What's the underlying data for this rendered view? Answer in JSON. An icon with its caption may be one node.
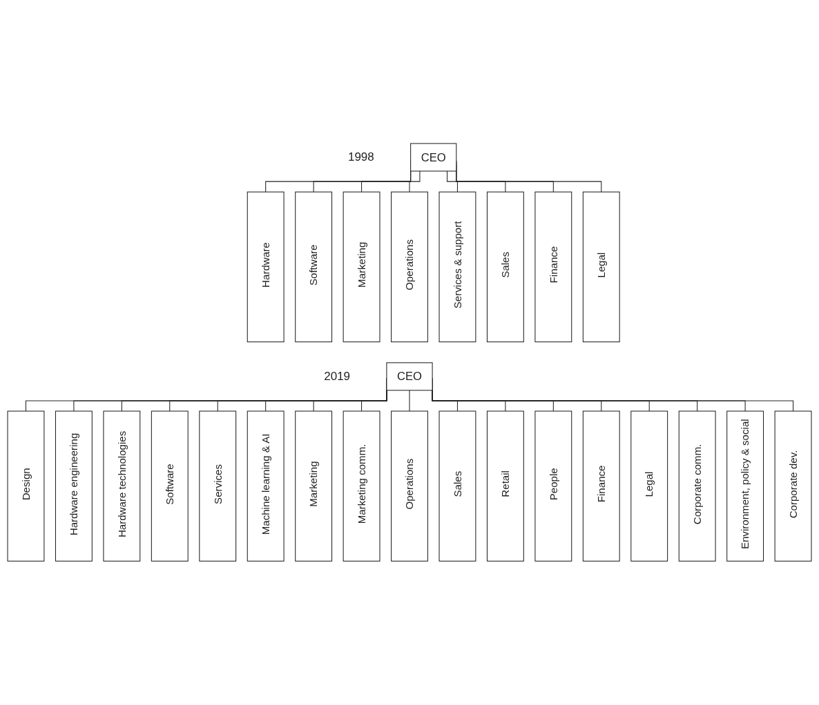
{
  "diagram": {
    "nodes": [
      {
        "text": [
          "CEO"
        ],
        "beside": [
          "1998"
        ]
      },
      {
        "text": [
          "Hardware"
        ]
      },
      {
        "text": [
          "Software"
        ]
      },
      {
        "text": [
          "Marketing"
        ]
      },
      {
        "text": [
          "Operations"
        ]
      },
      {
        "text": [
          "Services & support"
        ]
      },
      {
        "text": [
          "Sales"
        ]
      },
      {
        "text": [
          "Finance"
        ]
      },
      {
        "text": [
          "Legal"
        ]
      },
      {
        "text": [
          "CEO"
        ],
        "beside": [
          "2019"
        ]
      },
      {
        "text": [
          "Design"
        ]
      },
      {
        "text": [
          "Hardware engineering"
        ]
      },
      {
        "text": [
          "Hardware technologies"
        ]
      },
      {
        "text": [
          "Software"
        ]
      },
      {
        "text": [
          "Services"
        ]
      },
      {
        "text": [
          "Machine learning & AI"
        ]
      },
      {
        "text": [
          "Marketing"
        ]
      },
      {
        "text": [
          "Marketing comm."
        ]
      },
      {
        "text": [
          "Operations"
        ]
      },
      {
        "text": [
          "Sales"
        ]
      },
      {
        "text": [
          "Retail"
        ]
      },
      {
        "text": [
          "People"
        ]
      },
      {
        "text": [
          "Finance"
        ]
      },
      {
        "text": [
          "Legal"
        ]
      },
      {
        "text": [
          "Corporate comm."
        ]
      },
      {
        "text": [
          "Environment, policy & social"
        ]
      },
      {
        "text": [
          "Corporate dev."
        ]
      }
    ],
    "edges": [
      {
        "from": 0,
        "to": 1,
        "arrow": "none"
      },
      {
        "from": 0,
        "to": 2,
        "arrow": "none"
      },
      {
        "from": 0,
        "to": 3,
        "arrow": "none"
      },
      {
        "from": 0,
        "to": 4,
        "arrow": "none"
      },
      {
        "from": 0,
        "to": 5,
        "arrow": "none"
      },
      {
        "from": 0,
        "to": 6,
        "arrow": "none"
      },
      {
        "from": 0,
        "to": 7,
        "arrow": "none"
      },
      {
        "from": 0,
        "to": 8,
        "arrow": "none"
      },
      {
        "from": 9,
        "to": 10,
        "arrow": "none"
      },
      {
        "from": 9,
        "to": 11,
        "arrow": "none"
      },
      {
        "from": 9,
        "to": 12,
        "arrow": "none"
      },
      {
        "from": 9,
        "to": 13,
        "arrow": "none"
      },
      {
        "from": 9,
        "to": 14,
        "arrow": "none"
      },
      {
        "from": 9,
        "to": 15,
        "arrow": "none"
      },
      {
        "from": 9,
        "to": 16,
        "arrow": "none"
      },
      {
        "from": 9,
        "to": 17,
        "arrow": "none"
      },
      {
        "from": 9,
        "to": 18,
        "arrow": "none"
      },
      {
        "from": 9,
        "to": 19,
        "arrow": "none"
      },
      {
        "from": 9,
        "to": 20,
        "arrow": "none"
      },
      {
        "from": 9,
        "to": 21,
        "arrow": "none"
      },
      {
        "from": 9,
        "to": 22,
        "arrow": "none"
      },
      {
        "from": 9,
        "to": 23,
        "arrow": "none"
      },
      {
        "from": 9,
        "to": 24,
        "arrow": "none"
      },
      {
        "from": 9,
        "to": 25,
        "arrow": "none"
      },
      {
        "from": 9,
        "to": 26,
        "arrow": "none"
      }
    ]
  }
}
